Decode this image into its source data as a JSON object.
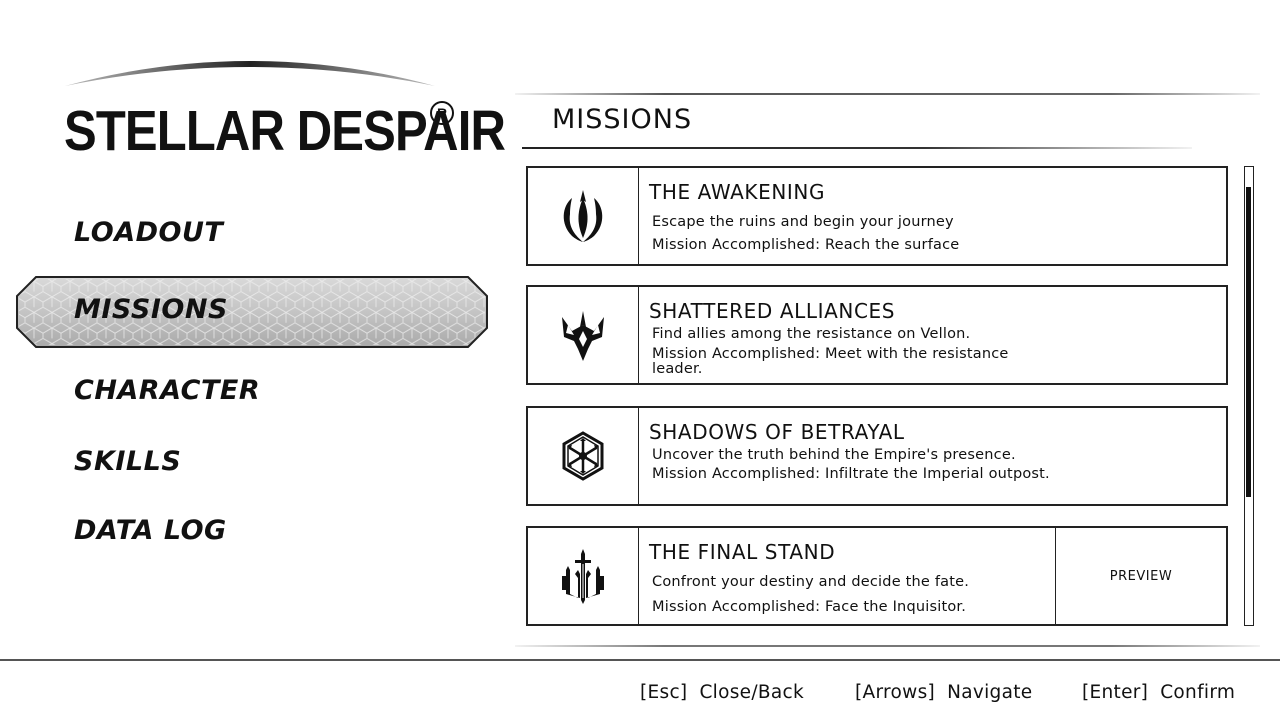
{
  "game": {
    "title": "STELLAR DESPAIR",
    "registered_mark": "R"
  },
  "nav": {
    "items": [
      {
        "label": "LOADOUT",
        "active": false
      },
      {
        "label": "MISSIONS",
        "active": true
      },
      {
        "label": "CHARACTER",
        "active": false
      },
      {
        "label": "SKILLS",
        "active": false
      },
      {
        "label": "DATA LOG",
        "active": false
      }
    ]
  },
  "section": {
    "title": "MISSIONS"
  },
  "missions": [
    {
      "icon": "rebel-crest-icon",
      "name": "THE AWAKENING",
      "description": "Escape the ruins and begin your journey",
      "accomplished": "Mission Accomplished: Reach the surface"
    },
    {
      "icon": "winged-starbird-icon",
      "name": "SHATTERED ALLIANCES",
      "description": "Find allies among the resistance on Vellon.",
      "accomplished": "Mission Accomplished: Meet with the resistance leader."
    },
    {
      "icon": "imperial-cog-icon",
      "name": "SHADOWS OF BETRAYAL",
      "description": "Uncover the truth behind the Empire's presence.",
      "accomplished": "Mission Accomplished: Infiltrate the Imperial outpost."
    },
    {
      "icon": "sword-fortress-icon",
      "name": "THE FINAL STAND",
      "description": "Confront your destiny and decide the fate.",
      "accomplished": "Mission Accomplished: Face the Inquisitor.",
      "preview_label": "PREVIEW"
    }
  ],
  "footer": {
    "hints": [
      {
        "key": "[Esc]",
        "action": "Close/Back"
      },
      {
        "key": "[Arrows]",
        "action": "Navigate"
      },
      {
        "key": "[Enter]",
        "action": "Confirm"
      }
    ]
  },
  "colors": {
    "ink": "#111111",
    "background": "#ffffff",
    "highlight": "#c8c8c8"
  }
}
